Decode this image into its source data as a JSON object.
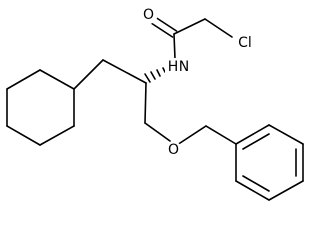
{
  "molecule": {
    "atoms": {
      "oxygen_carbonyl": "O",
      "chlorine": "Cl",
      "nitrogen_amide": "N",
      "hydrogen_amide": "H",
      "oxygen_ether": "O"
    }
  }
}
